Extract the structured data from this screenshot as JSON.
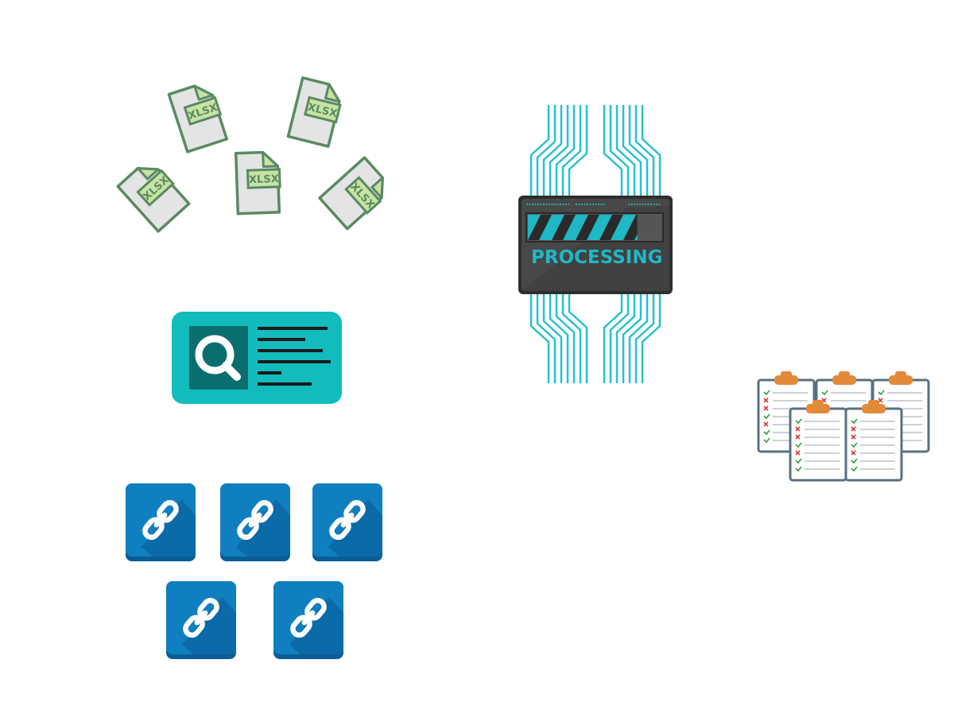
{
  "colors": {
    "file_outline": "#5a8a62",
    "file_fill": "#e4e4e4",
    "file_tag": "#c7e3a4",
    "circuit_teal": "#25c2cc",
    "processor_body": "#3a3a3a",
    "progress_fill": "#1fb8c4",
    "search_card": "#12bcbc",
    "search_dark": "#0b6e6e",
    "link_tile": "#0f7fc0",
    "link_shadow": "#0a5e94",
    "clipboard_clip": "#e38a3a",
    "clipboard_border": "#5a6f82",
    "check_green": "#3aa845",
    "cross_red": "#d43a3a"
  },
  "files": {
    "label": "XLSX",
    "count": 5
  },
  "processor": {
    "status_label": "PROCESSING",
    "progress": 0.82
  },
  "search_card": {
    "icon": "search-icon"
  },
  "links": {
    "icon": "link-icon",
    "count": 5
  },
  "checklists": {
    "icon": "clipboard-checklist-icon",
    "count": 5
  }
}
